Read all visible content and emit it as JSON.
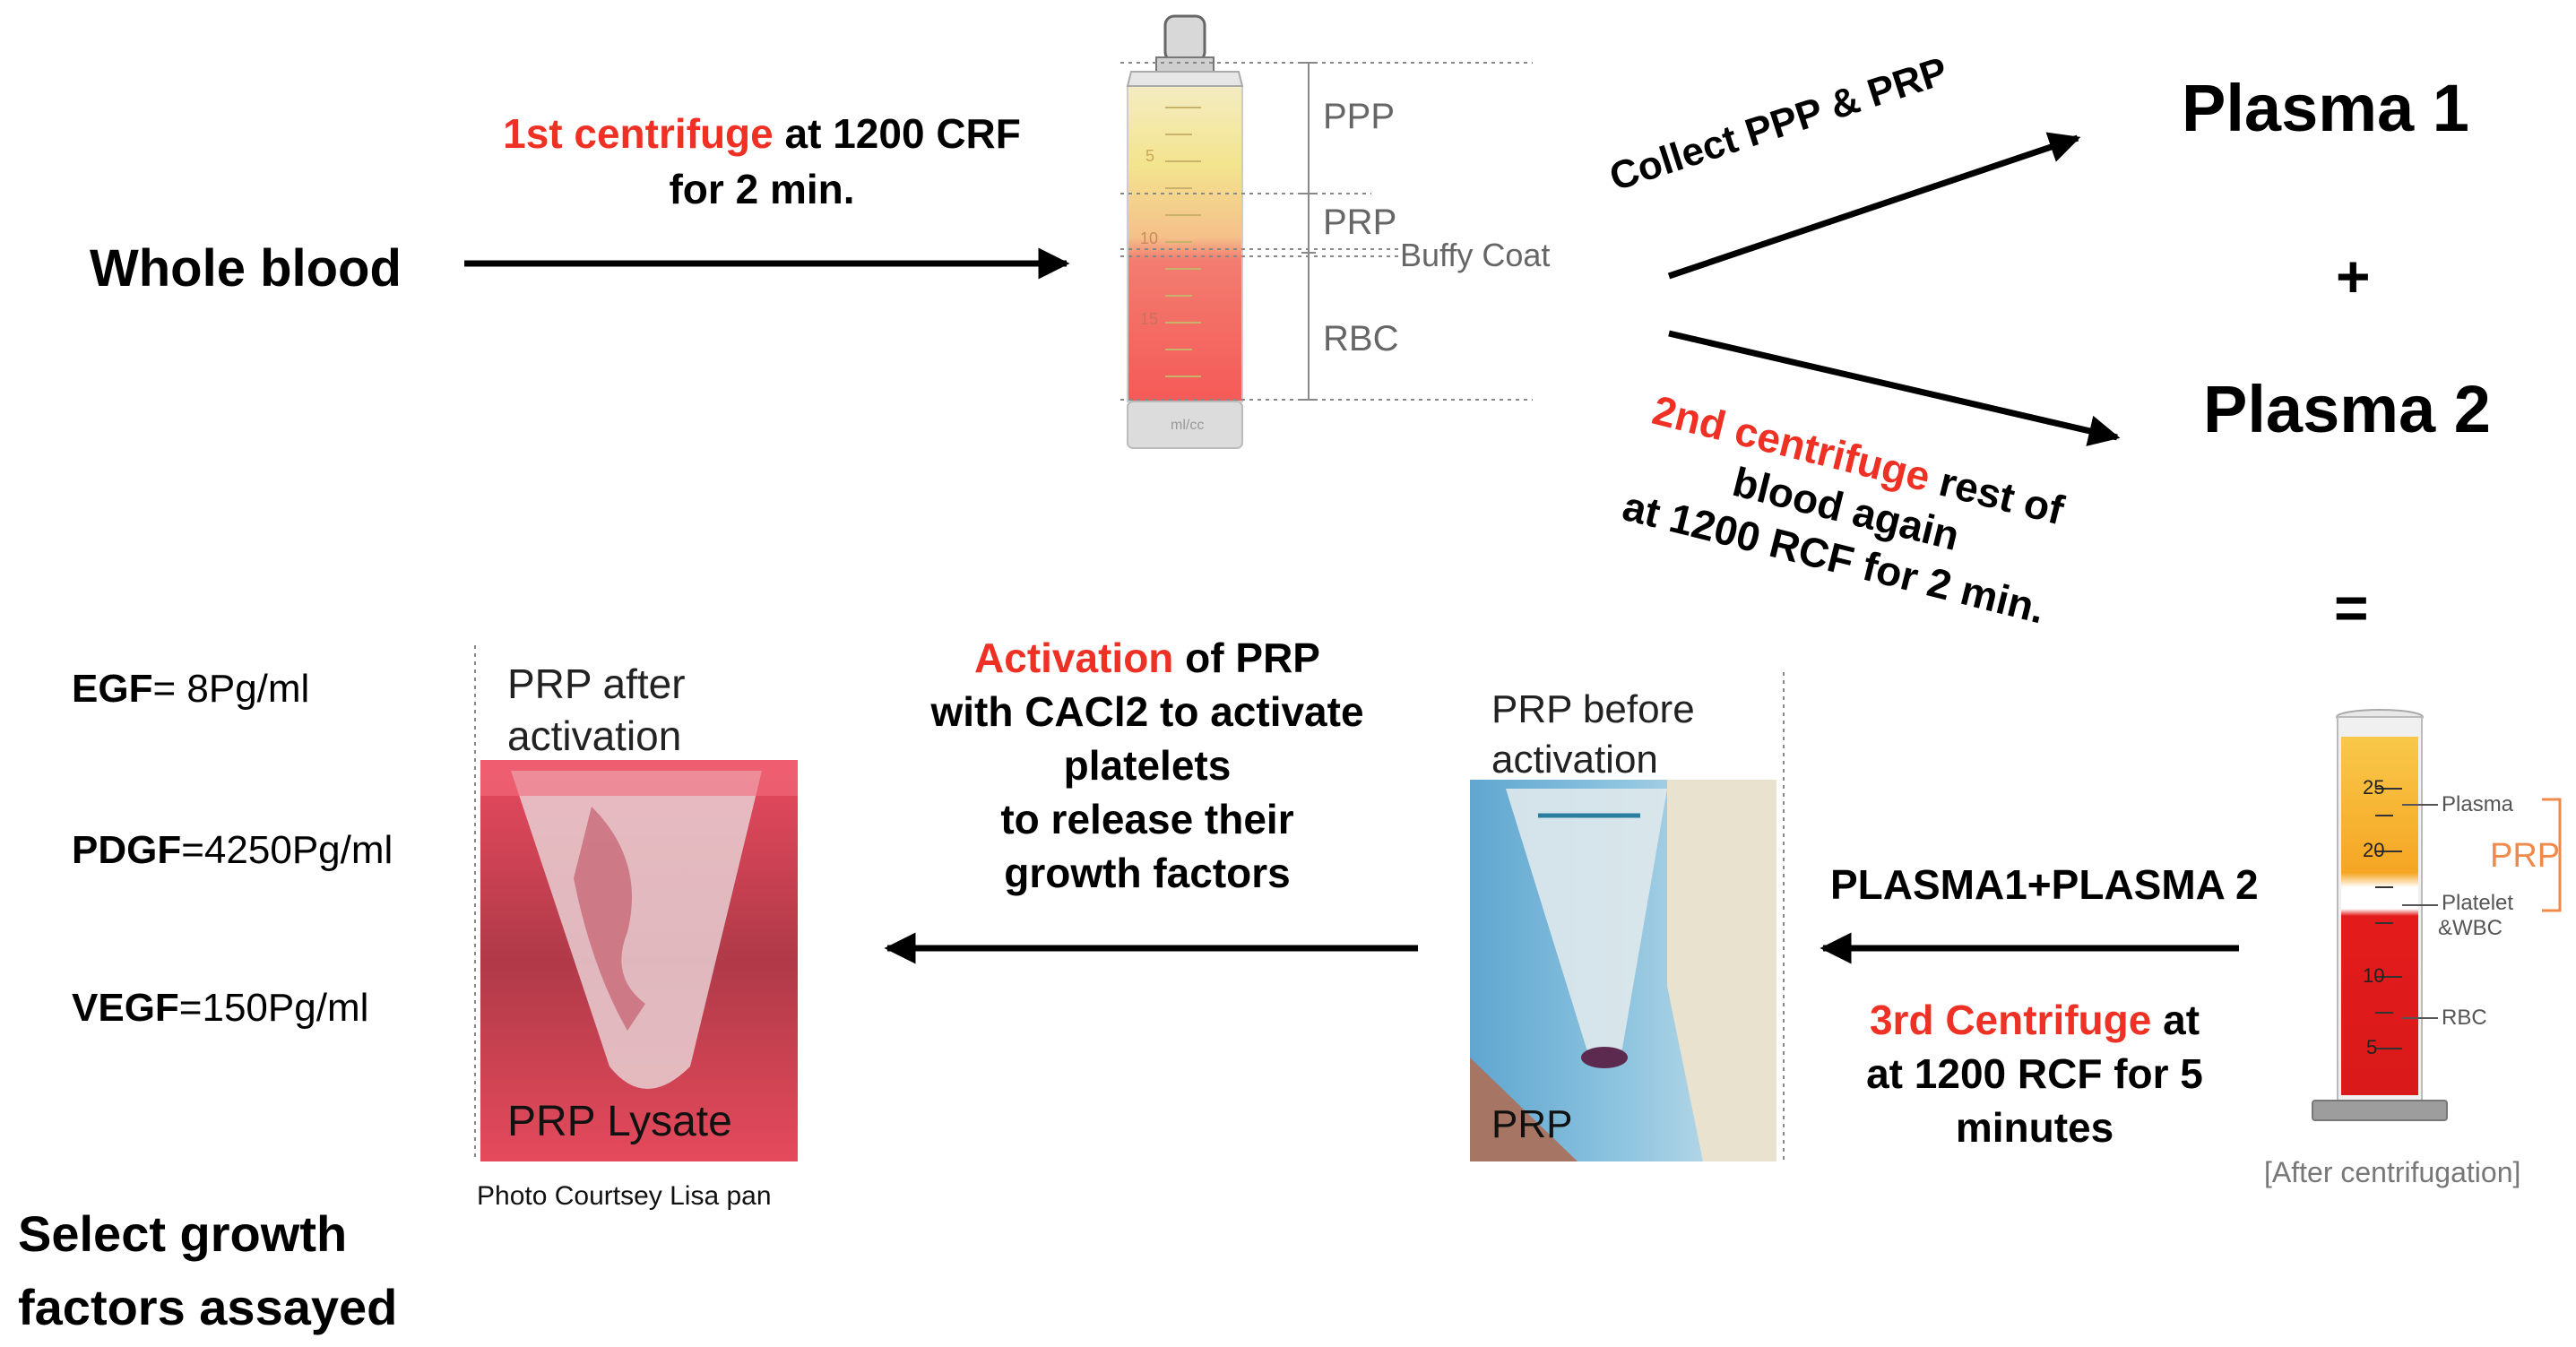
{
  "whole_blood": "Whole blood",
  "step1": {
    "highlight": "1st centrifuge",
    "rest": " at 1200 CRF",
    "line2": "for 2 min."
  },
  "tube1": {
    "ppp": "PPP",
    "prp": "PRP",
    "buffy": "Buffy Coat",
    "rbc": "RBC",
    "mark5": "5",
    "mark10": "10",
    "mark15": "15",
    "base": "ml/cc"
  },
  "collect": "Collect PPP & PRP",
  "plasma1": "Plasma 1",
  "plus": "+",
  "plasma2": "Plasma 2",
  "equals": "=",
  "step2": {
    "highlight": "2nd centrifuge",
    "rest": " rest of",
    "line2": "blood again",
    "line3": "at 1200 RCF for 2 min."
  },
  "cylinder": {
    "plasma": "Plasma",
    "prp": "PRP",
    "platelet": "Platelet",
    "wbc": "&WBC",
    "rbc": "RBC",
    "m25": "25",
    "m20": "20",
    "m10": "10",
    "m5": "5",
    "caption": "[After centrifugation]"
  },
  "step3": {
    "line1": "PLASMA1+PLASMA 2",
    "highlight": "3rd Centrifuge",
    "rest": " at",
    "line2": "at 1200 RCF for 5",
    "line3": "minutes"
  },
  "photo_before": {
    "caption1": "PRP before",
    "caption2": "activation",
    "label": "PRP"
  },
  "activation": {
    "highlight": "Activation",
    "rest": " of PRP",
    "line2": "with CACl2 to activate",
    "line3": "platelets",
    "line4": "to release their",
    "line5": "growth factors"
  },
  "photo_after": {
    "caption1": "PRP after",
    "caption2": "activation",
    "label": "PRP Lysate",
    "credit": "Photo Courtsey Lisa pan"
  },
  "growth_factors": [
    {
      "name": "EGF",
      "value": "= 8Pg/ml"
    },
    {
      "name": "PDGF",
      "value": "=4250Pg/ml"
    },
    {
      "name": "VEGF",
      "value": "=150Pg/ml"
    }
  ],
  "select": {
    "line1": "Select growth",
    "line2": "factors assayed"
  },
  "colors": {
    "accent_red": "#ee3124",
    "arrow": "#000000"
  }
}
